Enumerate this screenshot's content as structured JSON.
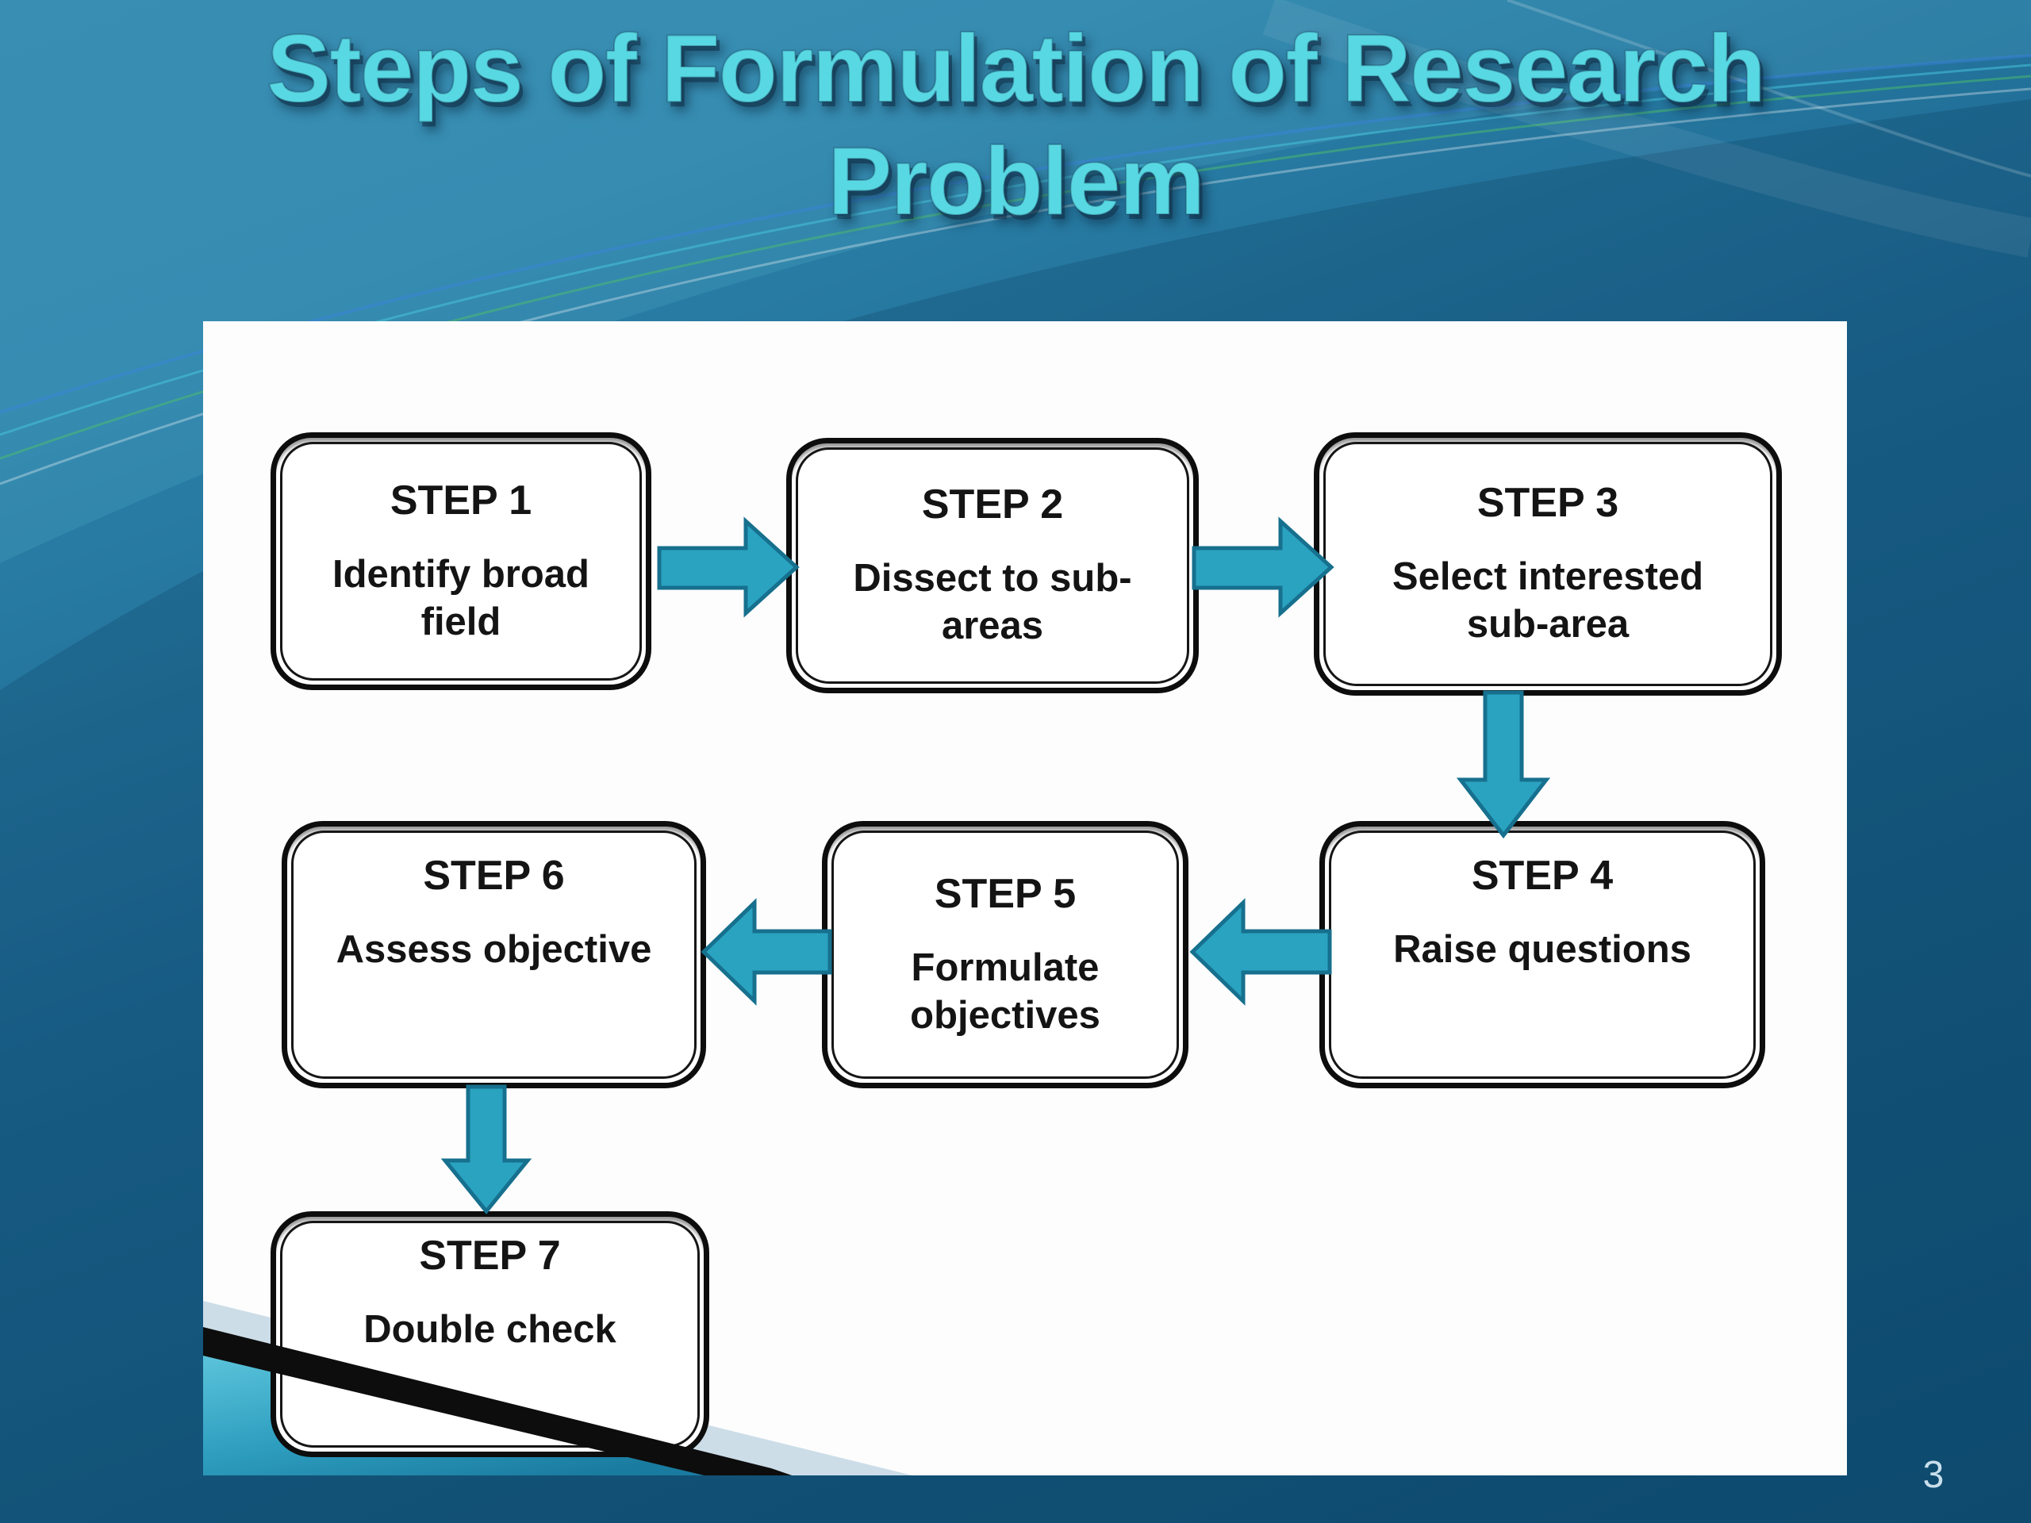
{
  "slide": {
    "title_line1": "Steps of Formulation of Research",
    "title_line2": "Problem",
    "page_number": "3",
    "colors": {
      "title_text": "#58d8e2",
      "background_top": "#2f86ac",
      "background_bottom": "#0f5177",
      "panel": "#fdfdfd",
      "box_border": "#0d0d0d",
      "box_text": "#141414",
      "arrow_fill": "#2aa3c1",
      "arrow_stroke": "#16708e",
      "corner_teal": "#2f9fc0",
      "corner_pale": "#ccdde8",
      "corner_black": "#0d0d0d"
    }
  },
  "flowchart": {
    "steps": [
      {
        "title": "STEP 1",
        "body": "Identify broad\nfield"
      },
      {
        "title": "STEP 2",
        "body": "Dissect to sub-\nareas"
      },
      {
        "title": "STEP 3",
        "body": "Select interested\nsub-area"
      },
      {
        "title": "STEP 4",
        "body": "Raise questions"
      },
      {
        "title": "STEP 5",
        "body": "Formulate\nobjectives"
      },
      {
        "title": "STEP 6",
        "body": "Assess objective"
      },
      {
        "title": "STEP 7",
        "body": "Double check"
      }
    ],
    "connections": [
      "step1-to-step2-right",
      "step2-to-step3-right",
      "step3-to-step4-down",
      "step4-to-step5-left",
      "step5-to-step6-left",
      "step6-to-step7-down"
    ]
  }
}
